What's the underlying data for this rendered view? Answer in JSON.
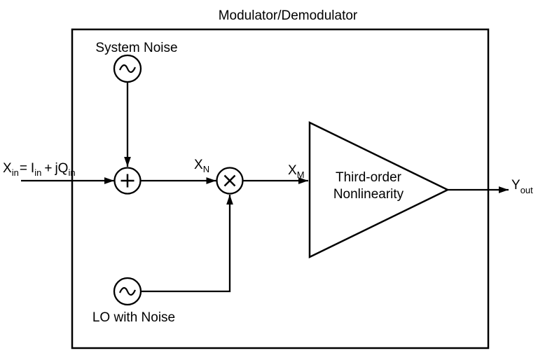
{
  "diagram": {
    "title": "Modulator/Demodulator",
    "background_color": "#ffffff",
    "line_color": "#000000",
    "blocks": {
      "system_noise": {
        "label": "System Noise",
        "symbol": "sine-oscillator"
      },
      "lo": {
        "label": "LO with Noise",
        "symbol": "sine-oscillator"
      },
      "adder": {
        "symbol": "plus"
      },
      "multiplier": {
        "symbol": "cross"
      },
      "nonlinearity": {
        "label_line1": "Third-order",
        "label_line2": "Nonlinearity"
      }
    },
    "signals": {
      "input": {
        "p1": "X",
        "s1": "in",
        "p2": "=",
        "p3": "I",
        "s2": "in",
        "p4": "+",
        "p5": "jQ",
        "s3": "in"
      },
      "xn": {
        "base": "X",
        "sub": "N"
      },
      "xm": {
        "base": "X",
        "sub": "M"
      },
      "output": {
        "base": "Y",
        "sub": "out"
      }
    }
  }
}
